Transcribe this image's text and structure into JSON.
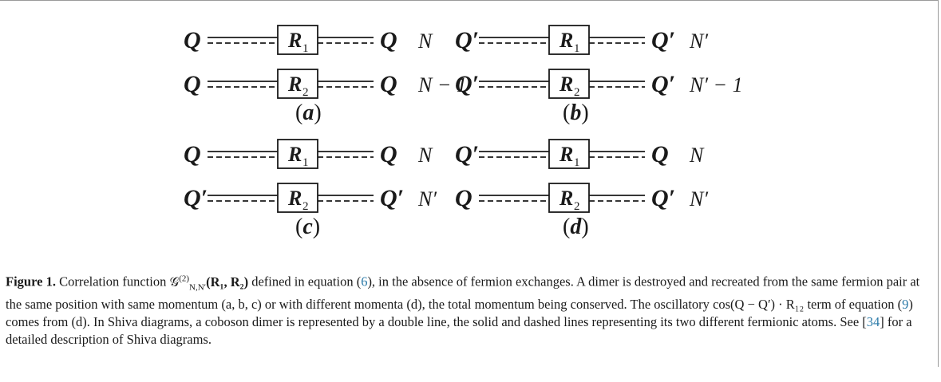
{
  "diagrams": [
    {
      "tag": "a",
      "rows": [
        {
          "left": "Q",
          "r_sub": "1",
          "right": "Q",
          "count": "N"
        },
        {
          "left": "Q",
          "r_sub": "2",
          "right": "Q",
          "count": "N − 1"
        }
      ]
    },
    {
      "tag": "b",
      "rows": [
        {
          "left": "Q′",
          "r_sub": "1",
          "right": "Q′",
          "count": "N′"
        },
        {
          "left": "Q′",
          "r_sub": "2",
          "right": "Q′",
          "count": "N′ − 1"
        }
      ]
    },
    {
      "tag": "c",
      "rows": [
        {
          "left": "Q",
          "r_sub": "1",
          "right": "Q",
          "count": "N"
        },
        {
          "left": "Q′",
          "r_sub": "2",
          "right": "Q′",
          "count": "N′"
        }
      ]
    },
    {
      "tag": "d",
      "rows": [
        {
          "left": "Q′",
          "r_sub": "1",
          "right": "Q",
          "count": "N"
        },
        {
          "left": "Q",
          "r_sub": "2",
          "right": "Q′",
          "count": "N′"
        }
      ]
    }
  ],
  "box_letter": "R",
  "colors": {
    "ink": "#1a1a1a",
    "link": "#2b7aa8",
    "frame": "#9a9a9a"
  },
  "caption": {
    "label": "Figure 1.",
    "s1": "Correlation function",
    "func_symbol": "𝒢",
    "func_sup": "(2)",
    "func_sub": "N,N′",
    "func_args": "(R₁, R₂)",
    "s2": "defined in equation (",
    "eq6": "6",
    "s3": "), in the absence of fermion exchanges. A dimer is destroyed and recreated from the same fermion pair at the same position with same momentum (a, b, c) or with different momenta (d), the total momentum being conserved. The oscillatory",
    "cos_expr": "cos(Q − Q′) · R₁₂",
    "s4": "term of equation (",
    "eq9": "9",
    "s5": ") comes from (d). In Shiva diagrams, a coboson dimer is represented by a double line, the solid and dashed lines representing its two different fermionic atoms. See [",
    "ref34": "34",
    "s6": "] for a detailed description of Shiva diagrams."
  }
}
